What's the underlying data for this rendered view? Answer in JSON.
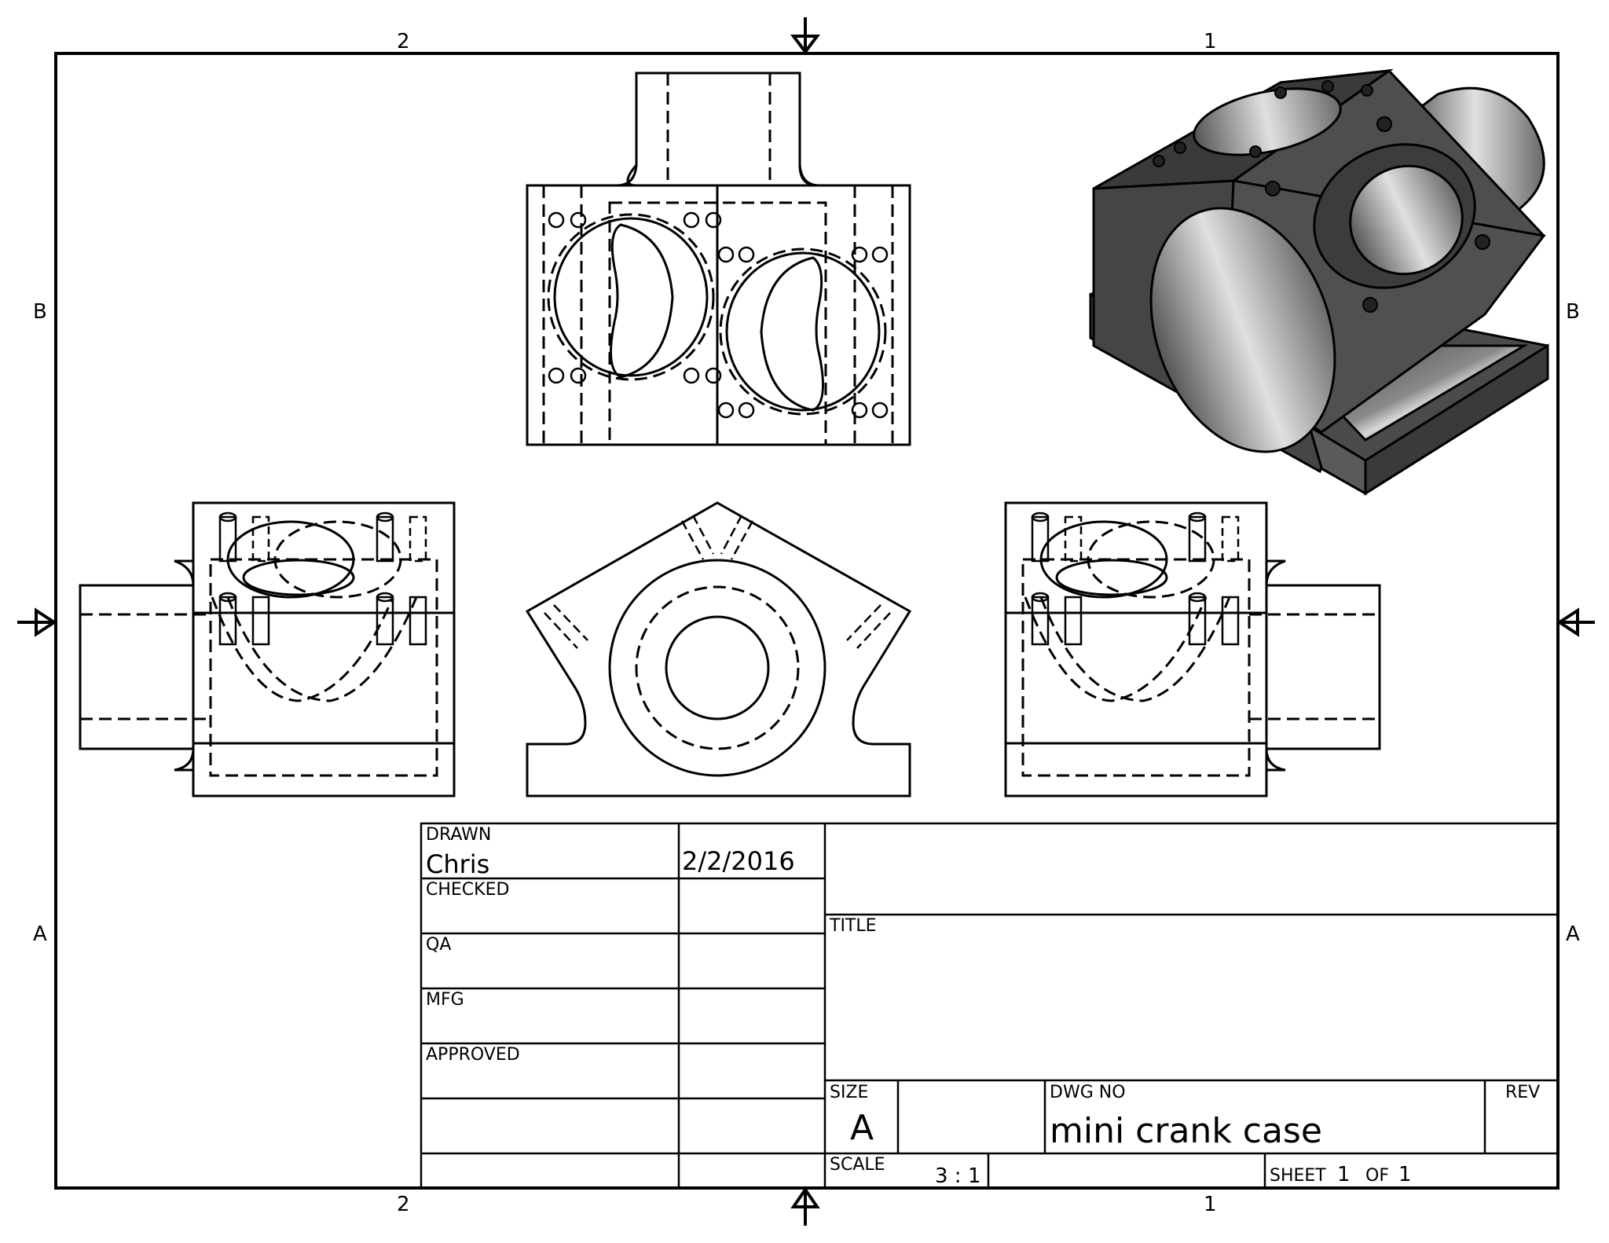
{
  "zones": {
    "top_left": "2",
    "top_right": "1",
    "bottom_left": "2",
    "bottom_right": "1",
    "left_upper": "B",
    "left_lower": "A",
    "right_upper": "B",
    "right_lower": "A"
  },
  "title_block": {
    "drawn_label": "DRAWN",
    "drawn_by": "Chris",
    "drawn_date": "2/2/2016",
    "checked_label": "CHECKED",
    "qa_label": "QA",
    "mfg_label": "MFG",
    "approved_label": "APPROVED",
    "title_label": "TITLE",
    "size_label": "SIZE",
    "size_value": "A",
    "dwg_no_label": "DWG NO",
    "dwg_no_value": "mini crank case",
    "rev_label": "REV",
    "scale_label": "SCALE",
    "scale_value": "3 : 1",
    "sheet_label": "SHEET",
    "sheet_number": "1",
    "of_label": "OF",
    "sheet_total": "1"
  }
}
